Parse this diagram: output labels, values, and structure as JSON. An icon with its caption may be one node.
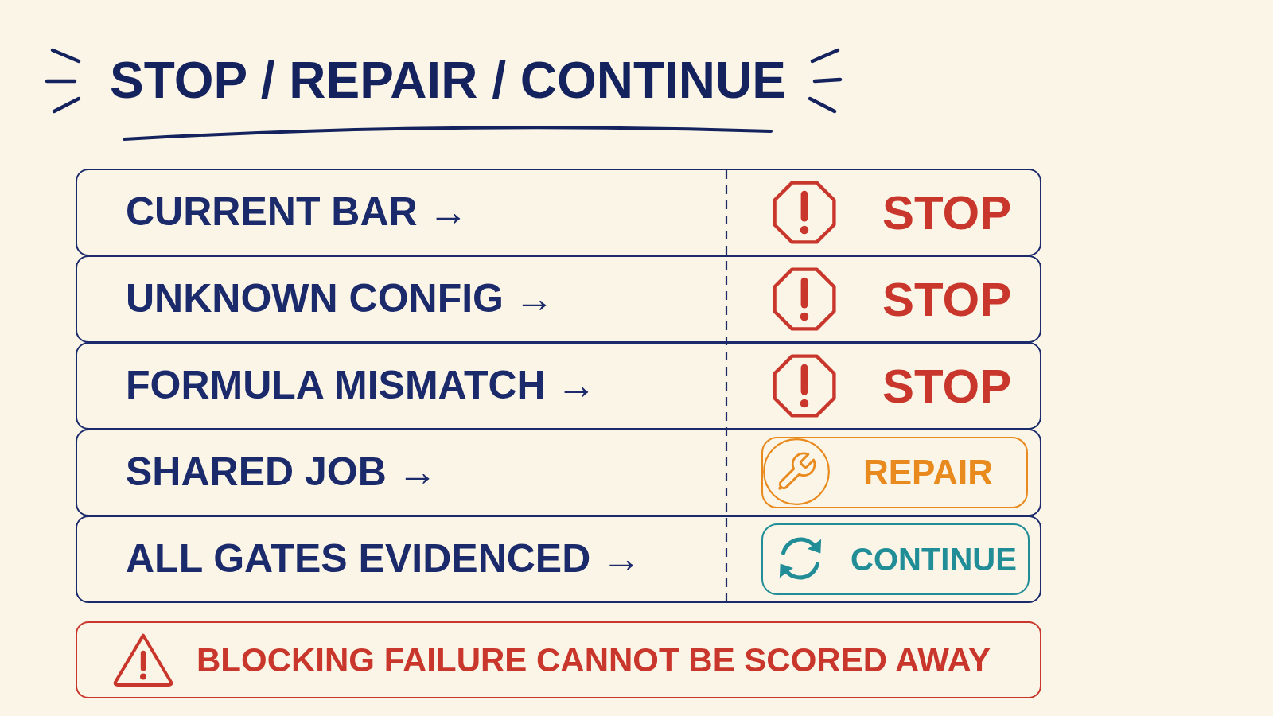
{
  "diagram": {
    "title": "STOP / REPAIR / CONTINUE",
    "nodes": [
      {
        "text": [
          "CURRENT BAR →",
          "STOP"
        ]
      },
      {
        "text": [
          "UNKNOWN CONFIG →",
          "STOP"
        ]
      },
      {
        "text": [
          "FORMULA MISMATCH →",
          "STOP"
        ]
      },
      {
        "text": [
          "SHARED JOB →"
        ]
      },
      {
        "text": [
          "REPAIR"
        ],
        "in": 3
      },
      {
        "text": [
          "ALL GATES EVIDENCED →"
        ]
      },
      {
        "text": [
          "CONTINUE"
        ],
        "in": 5
      },
      {
        "text": [
          "BLOCKING FAILURE CANNOT BE SCORED AWAY"
        ]
      }
    ]
  }
}
